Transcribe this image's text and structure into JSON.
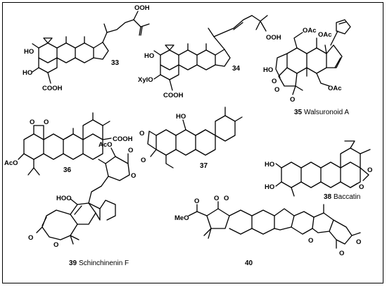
{
  "compounds": [
    {
      "number": "33",
      "name": "",
      "labels": [
        "OOH",
        "HO",
        "HO",
        "COOH"
      ]
    },
    {
      "number": "34",
      "name": "",
      "labels": [
        "OOH",
        "HO",
        "XylO",
        "COOH"
      ]
    },
    {
      "number": "35",
      "name": "Walsuronoid A",
      "labels": [
        "OAc",
        "OAc",
        "HO",
        "O",
        "O",
        "OAc",
        "O"
      ]
    },
    {
      "number": "36",
      "name": "",
      "labels": [
        "O",
        "O",
        "COOH",
        "AcO"
      ]
    },
    {
      "number": "37",
      "name": "",
      "labels": [
        "HO",
        "O",
        "O"
      ]
    },
    {
      "number": "38",
      "name": "Baccatin",
      "labels": [
        "HO",
        "HO",
        "O",
        "O"
      ]
    },
    {
      "number": "39",
      "name": "Schinchinenin F",
      "labels": [
        "AcO",
        "O",
        "O",
        "HOO",
        "O",
        "O"
      ]
    },
    {
      "number": "40",
      "name": "",
      "labels": [
        "O",
        "O",
        "MeO",
        "O",
        "O",
        "O",
        "O"
      ]
    }
  ]
}
